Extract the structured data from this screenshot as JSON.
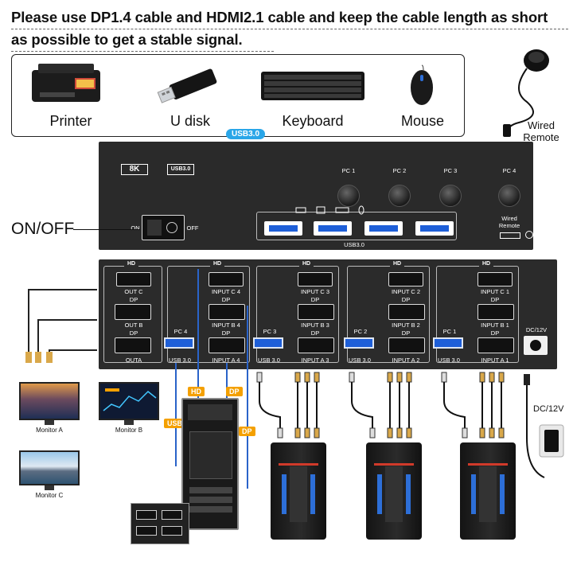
{
  "headline": {
    "line1": "Please use DP1.4 cable and HDMI2.1 cable and keep the cable length as short",
    "line2": "as possible to get a stable signal."
  },
  "peripherals": {
    "items": [
      "Printer",
      "U disk",
      "Keyboard",
      "Mouse"
    ],
    "usb_tag": "USB3.0"
  },
  "wired_remote": {
    "line1": "Wired",
    "line2": "Remote"
  },
  "front_panel": {
    "badge_8k": "8K",
    "badge_usb": "USB3.0",
    "pc_buttons": [
      "PC 1",
      "PC 2",
      "PC 3",
      "PC 4"
    ],
    "power_on": "ON",
    "power_off": "OFF",
    "usb_label": "USB3.0",
    "remote_port_line1": "Wired",
    "remote_port_line2": "Remote"
  },
  "on_off_label": "ON/OFF",
  "rear_panel": {
    "outputs": {
      "hd": "HD",
      "out_c": "OUT C",
      "dp1": "DP",
      "out_b": "OUT B",
      "dp2": "DP",
      "out_a": "OUTA"
    },
    "inputs": [
      {
        "pc": "PC 4",
        "hd": "HD",
        "input_c": "INPUT C 4",
        "dp1": "DP",
        "input_b": "INPUT B 4",
        "dp2": "DP",
        "usb": "USB 3.0",
        "input_a": "INPUT A 4"
      },
      {
        "pc": "PC 3",
        "hd": "HD",
        "input_c": "INPUT C 3",
        "dp1": "DP",
        "input_b": "INPUT B 3",
        "dp2": "DP",
        "usb": "USB 3.0",
        "input_a": "INPUT A 3"
      },
      {
        "pc": "PC 2",
        "hd": "HD",
        "input_c": "INPUT C 2",
        "dp1": "DP",
        "input_b": "INPUT B 2",
        "dp2": "DP",
        "usb": "USB 3.0",
        "input_a": "INPUT A 2"
      },
      {
        "pc": "PC 1",
        "hd": "HD",
        "input_c": "INPUT C 1",
        "dp1": "DP",
        "input_b": "INPUT B 1",
        "dp2": "DP",
        "usb": "USB 3.0",
        "input_a": "INPUT A 1"
      }
    ],
    "dc_label": "DC/12V"
  },
  "monitors": [
    "Monitor A",
    "Monitor B",
    "Monitor C"
  ],
  "cable_tags": {
    "hd": "HD",
    "dp1": "DP",
    "usb": "USB",
    "dp2": "DP"
  },
  "power_adapter_label": "DC/12V",
  "colors": {
    "usb_blue": "#1e5fd8",
    "tag_blue": "#2aa6e8",
    "tag_orange": "#f4a000",
    "panel": "#2b2b2b"
  }
}
